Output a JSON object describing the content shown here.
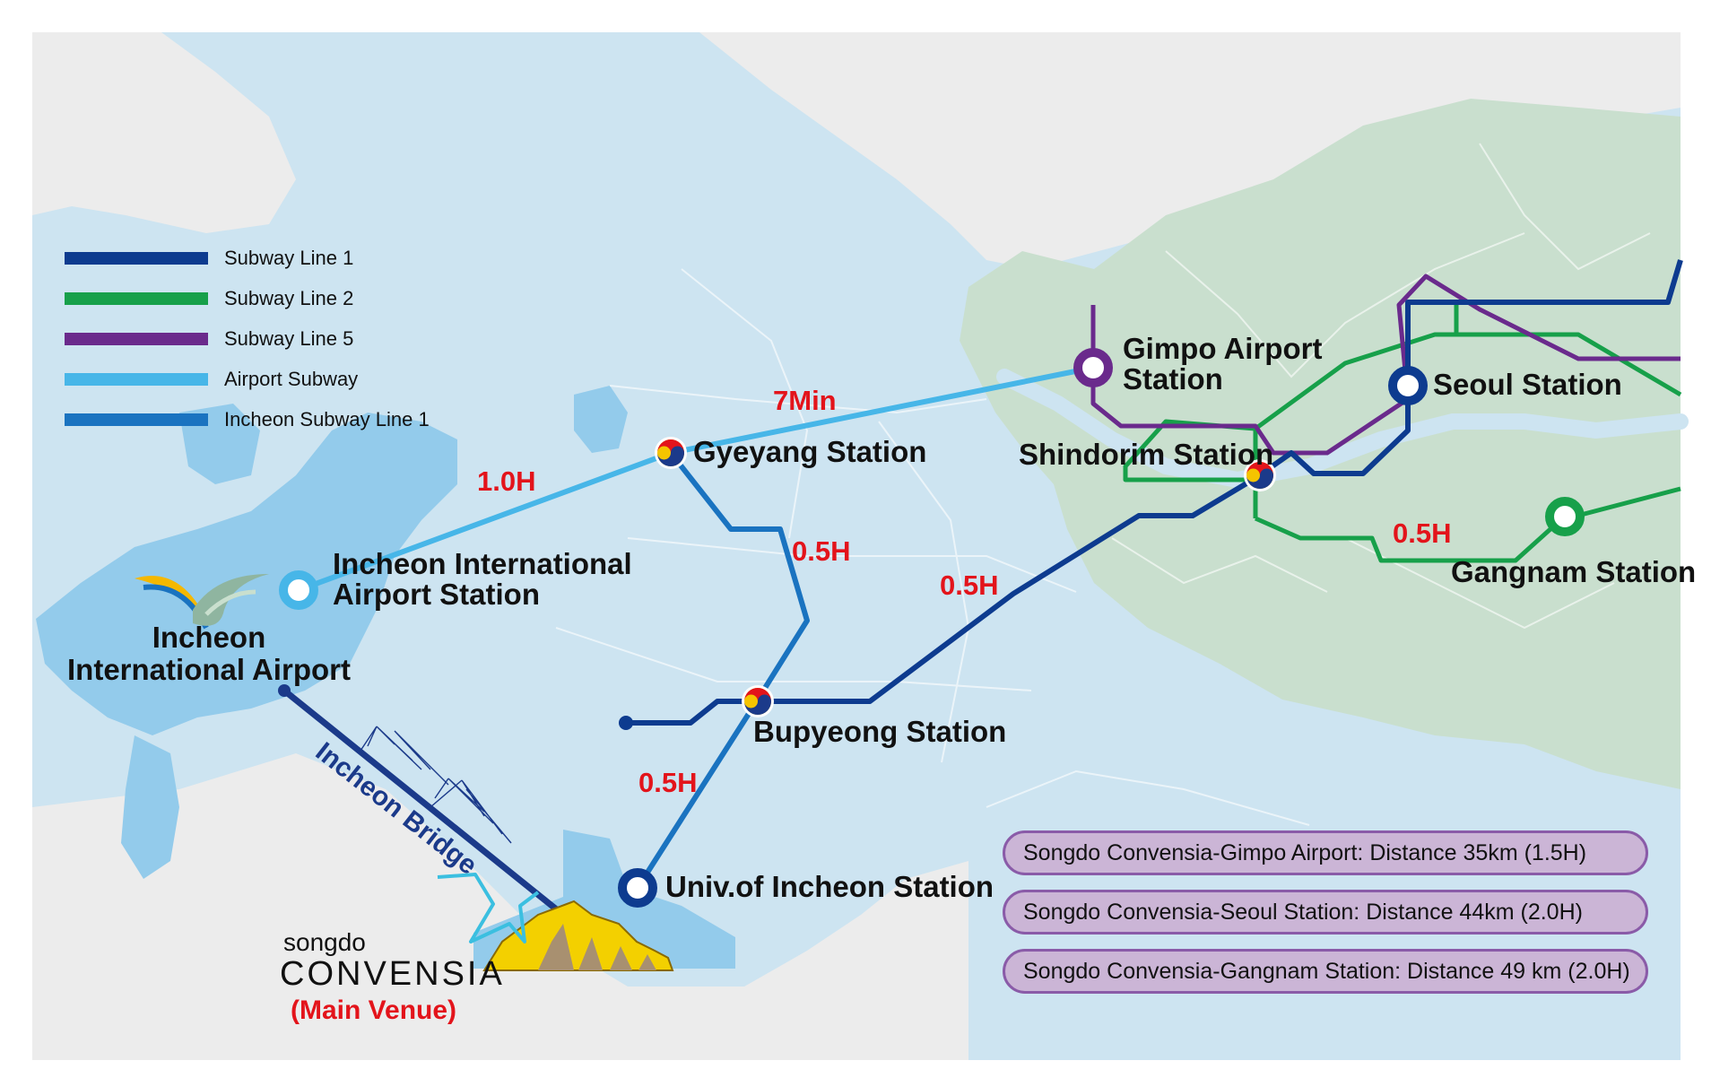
{
  "legend": [
    {
      "label": "Subway Line 1",
      "color": "#0d3b8f"
    },
    {
      "label": "Subway Line 2",
      "color": "#17a04a"
    },
    {
      "label": "Subway Line 5",
      "color": "#6a2a8c"
    },
    {
      "label": "Airport Subway",
      "color": "#47b6e8"
    },
    {
      "label": "Incheon Subway Line 1",
      "color": "#1a73c0"
    }
  ],
  "stations": {
    "gimpo": [
      "Gimpo Airport",
      "Station"
    ],
    "seoul": "Seoul Station",
    "shindorim": "Shindorim Station",
    "gyeyang": "Gyeyang Station",
    "incheon_airport_station": [
      "Incheon International",
      "Airport Station"
    ],
    "incheon_airport": [
      "Incheon",
      "International Airport"
    ],
    "bupyeong": "Bupyeong Station",
    "gangnam": "Gangnam Station",
    "univ_incheon": "Univ.of Incheon Station"
  },
  "travel_times": {
    "gyeyang_gimpo": "7Min",
    "airport_gyeyang": "1.0H",
    "gyeyang_bupyeong": "0.5H",
    "bupyeong_shindorim": "0.5H",
    "bupyeong_univ": "0.5H",
    "shindorim_gangnam": "0.5H"
  },
  "bridge_label": "Incheon Bridge",
  "venue": {
    "logo_small": "songdo",
    "logo_main": "CONVENSIA",
    "caption": "(Main Venue)"
  },
  "distances": [
    "Songdo Convensia-Gimpo Airport: Distance 35km (1.5H)",
    "Songdo Convensia-Seoul Station: Distance 44km (2.0H)",
    "Songdo Convensia-Gangnam Station: Distance 49 km (2.0H)"
  ],
  "colors": {
    "sea": "#cde4f1",
    "land": "#ececec",
    "seoul_land": "#c9dfce",
    "island": "#93cbeb",
    "accent_red": "#e3141b"
  }
}
